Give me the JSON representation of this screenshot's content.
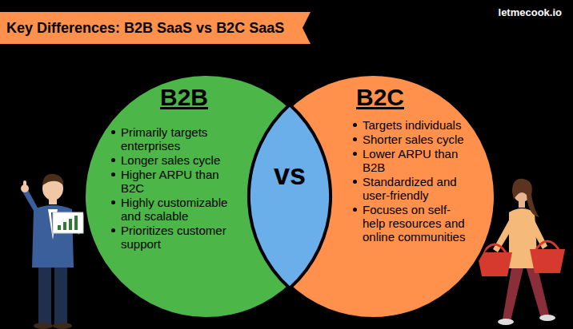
{
  "diagram": {
    "title": "Key Differences: B2B SaaS vs B2C SaaS",
    "nodes": [
      {
        "text": [
          "B2B",
          "Primarily targets enterprises",
          "Longer sales cycle",
          "Higher ARPU than B2C",
          "Highly customizable and scalable",
          "Prioritizes customer support"
        ]
      },
      {
        "text": [
          "B2C",
          "Targets individuals",
          "Shorter sales cycle",
          "Lower ARPU than B2B",
          "Standardized and user-friendly",
          "Focuses on self-help resources and online communities"
        ]
      },
      {
        "text": [
          "vs"
        ]
      }
    ],
    "labels": [
      "letmecook.io"
    ]
  }
}
